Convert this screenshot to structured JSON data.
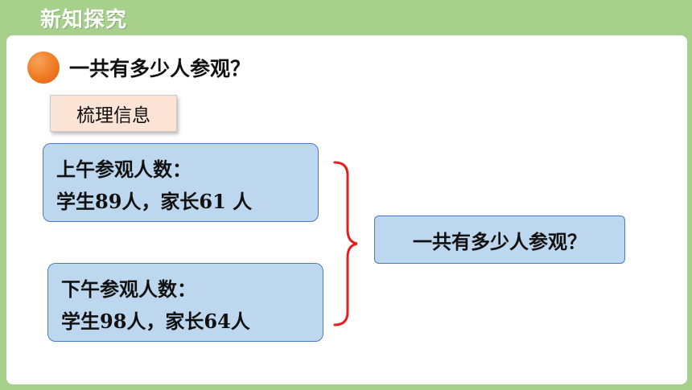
{
  "header": {
    "title": "新知探究"
  },
  "question": {
    "text": "一共有多少人参观？"
  },
  "tag": {
    "label": "梳理信息"
  },
  "morning": {
    "title": "上午参观人数：",
    "detail": "学生89人，家长61 人"
  },
  "afternoon": {
    "title": "下午参观人数：",
    "detail": "学生98人，家长64人"
  },
  "result": {
    "text": "一共有多少人参观？"
  },
  "colors": {
    "background": "#a8d08d",
    "bullet": "#ee7a22",
    "box_fill": "#bdd7ee",
    "box_border": "#4a79c6",
    "tag_fill": "#fbe3d6",
    "brace": "#e02020"
  }
}
